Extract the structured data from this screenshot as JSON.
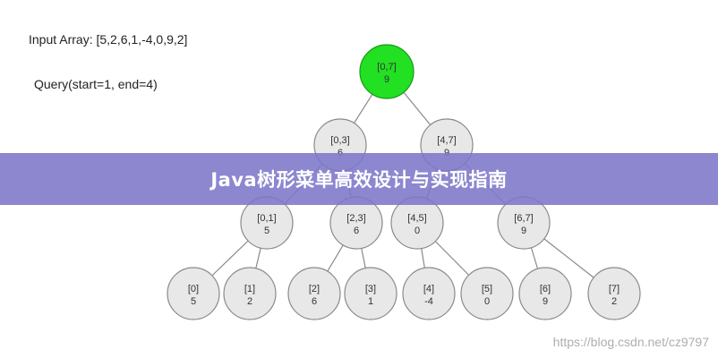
{
  "header": {
    "input_array": "Input Array: [5,2,6,1,-4,0,9,2]",
    "query": "Query(start=1, end=4)"
  },
  "tree": {
    "root_color": "#22e022",
    "node_color": "#e8e8e8",
    "nodes": [
      {
        "id": "n07",
        "range": "[0,7]",
        "value": "9",
        "root": true
      },
      {
        "id": "n03",
        "range": "[0,3]",
        "value": "6"
      },
      {
        "id": "n47",
        "range": "[4,7]",
        "value": "9"
      },
      {
        "id": "n01",
        "range": "[0,1]",
        "value": "5"
      },
      {
        "id": "n23",
        "range": "[2,3]",
        "value": "6"
      },
      {
        "id": "n45",
        "range": "[4,5]",
        "value": "0"
      },
      {
        "id": "n67",
        "range": "[6,7]",
        "value": "9"
      },
      {
        "id": "l0",
        "range": "[0]",
        "value": "5"
      },
      {
        "id": "l1",
        "range": "[1]",
        "value": "2"
      },
      {
        "id": "l2",
        "range": "[2]",
        "value": "6"
      },
      {
        "id": "l3",
        "range": "[3]",
        "value": "1"
      },
      {
        "id": "l4",
        "range": "[4]",
        "value": "-4"
      },
      {
        "id": "l5",
        "range": "[5]",
        "value": "0"
      },
      {
        "id": "l6",
        "range": "[6]",
        "value": "9"
      },
      {
        "id": "l7",
        "range": "[7]",
        "value": "2"
      }
    ]
  },
  "banner": {
    "title": "Java树形菜单高效设计与实现指南",
    "color": "#7c76c8"
  },
  "watermark": "https://blog.csdn.net/cz9797"
}
